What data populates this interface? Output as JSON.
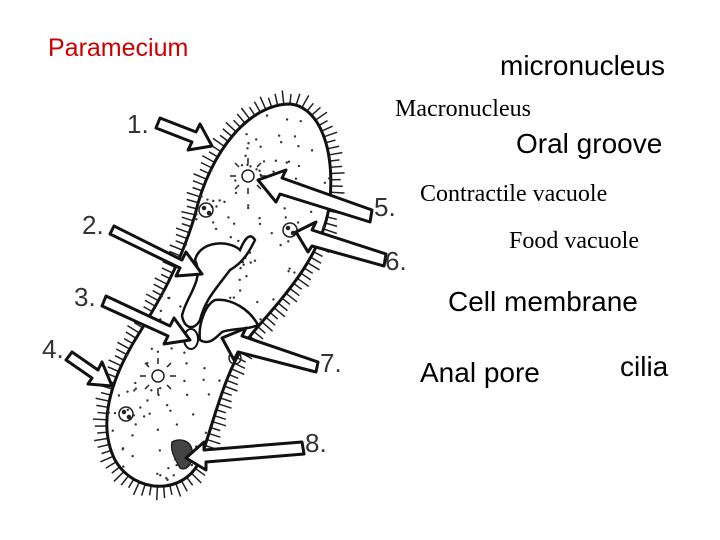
{
  "title": "Paramecium",
  "labels": {
    "micronucleus": "micronucleus",
    "macronucleus": "Macronucleus",
    "oral_groove": "Oral groove",
    "contractile_vacuole": "Contractile vacuole",
    "food_vacuole": "Food vacuole",
    "cell_membrane": "Cell membrane",
    "anal_pore": "Anal pore",
    "cilia": "cilia"
  },
  "numbers": [
    "1.",
    "2.",
    "3.",
    "4.",
    "5.",
    "6.",
    "7.",
    "8."
  ]
}
